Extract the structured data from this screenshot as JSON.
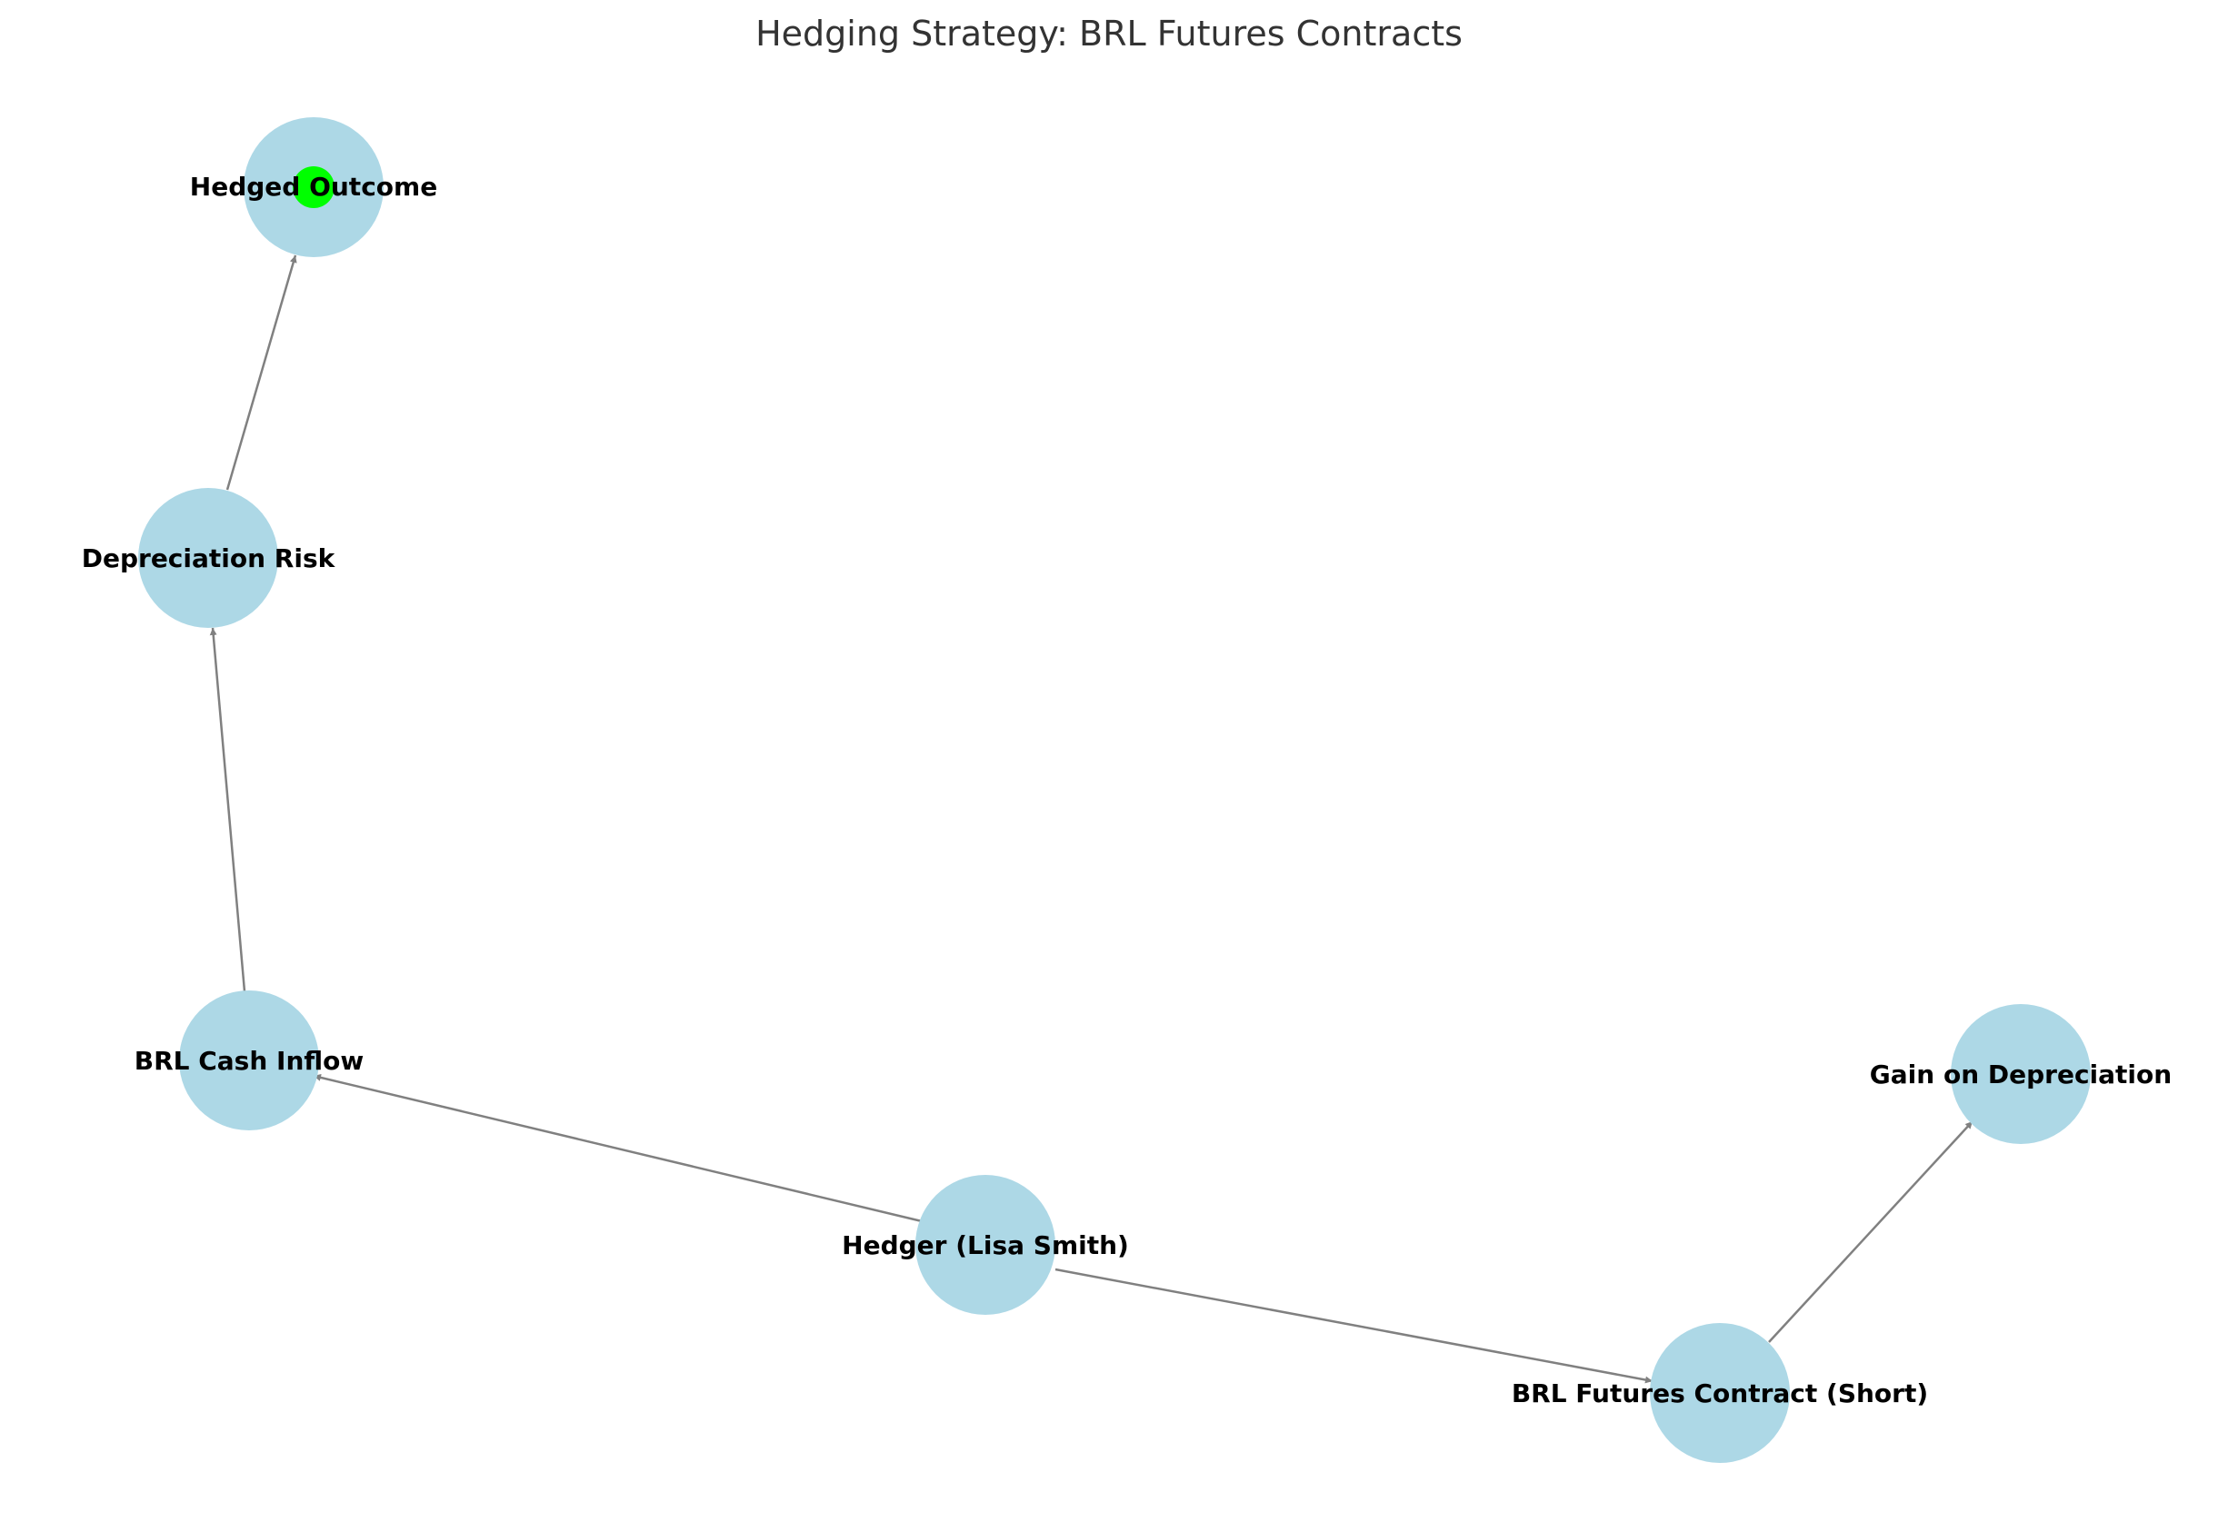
{
  "diagram": {
    "title": "Hedging Strategy: BRL Futures Contracts",
    "colors": {
      "node_fill": "#add8e6",
      "edge": "#808080",
      "marker": "#00ff00",
      "label": "#000000",
      "title": "#333333"
    },
    "nodes": [
      {
        "id": "hedger",
        "label": "Hedger (Lisa Smith)"
      },
      {
        "id": "cash",
        "label": "BRL Cash Inflow"
      },
      {
        "id": "risk",
        "label": "Depreciation Risk"
      },
      {
        "id": "outcome",
        "label": "Hedged Outcome"
      },
      {
        "id": "futures",
        "label": "BRL Futures Contract (Short)"
      },
      {
        "id": "gain",
        "label": "Gain on Depreciation"
      }
    ],
    "edges": [
      {
        "from": "hedger",
        "to": "cash"
      },
      {
        "from": "cash",
        "to": "risk"
      },
      {
        "from": "risk",
        "to": "outcome"
      },
      {
        "from": "hedger",
        "to": "futures"
      },
      {
        "from": "futures",
        "to": "gain"
      }
    ]
  }
}
